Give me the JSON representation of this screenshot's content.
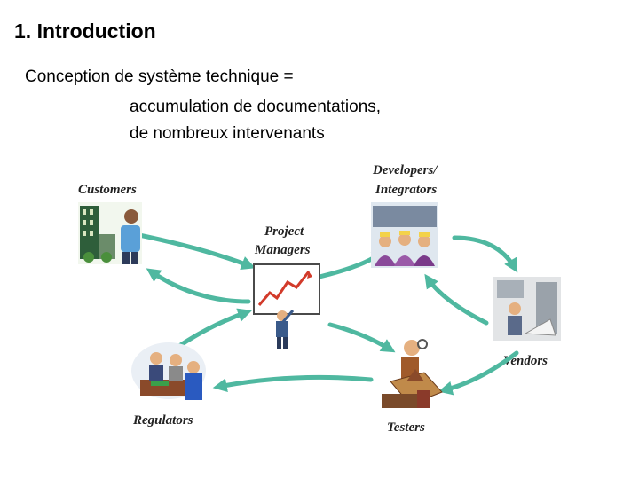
{
  "slide": {
    "title": "1. Introduction",
    "line1": "Conception de système technique =",
    "line2": "accumulation de documentations,",
    "line3": "de nombreux intervenants"
  },
  "diagram": {
    "labels": {
      "customers": "Customers",
      "developers_line1": "Developers/",
      "developers_line2": "Integrators",
      "pm_line1": "Project",
      "pm_line2": "Managers",
      "vendors": "Vendors",
      "regulators": "Regulators",
      "testers": "Testers"
    },
    "colors": {
      "arrow": "#4fb8a0",
      "text": "#222222"
    }
  }
}
